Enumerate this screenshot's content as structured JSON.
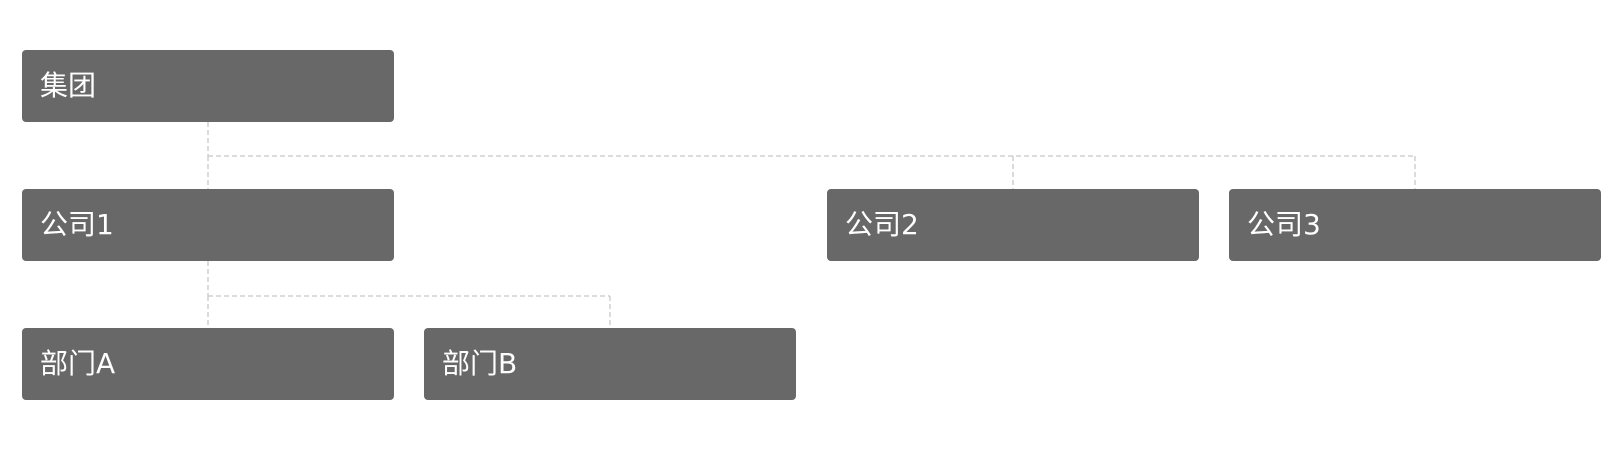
{
  "theme": {
    "node_color": "#686868",
    "node_text_color": "#ffffff",
    "connector_color": "#c8c8c8",
    "background": "#ffffff"
  },
  "nodes": {
    "group": {
      "label": "集团"
    },
    "company1": {
      "label": "公司1"
    },
    "company2": {
      "label": "公司2"
    },
    "company3": {
      "label": "公司3"
    },
    "deptA": {
      "label": "部门A"
    },
    "deptB": {
      "label": "部门B"
    }
  },
  "edges": [
    {
      "from": "group",
      "to": "company1"
    },
    {
      "from": "group",
      "to": "company2"
    },
    {
      "from": "group",
      "to": "company3"
    },
    {
      "from": "company1",
      "to": "deptA"
    },
    {
      "from": "company1",
      "to": "deptB"
    }
  ]
}
